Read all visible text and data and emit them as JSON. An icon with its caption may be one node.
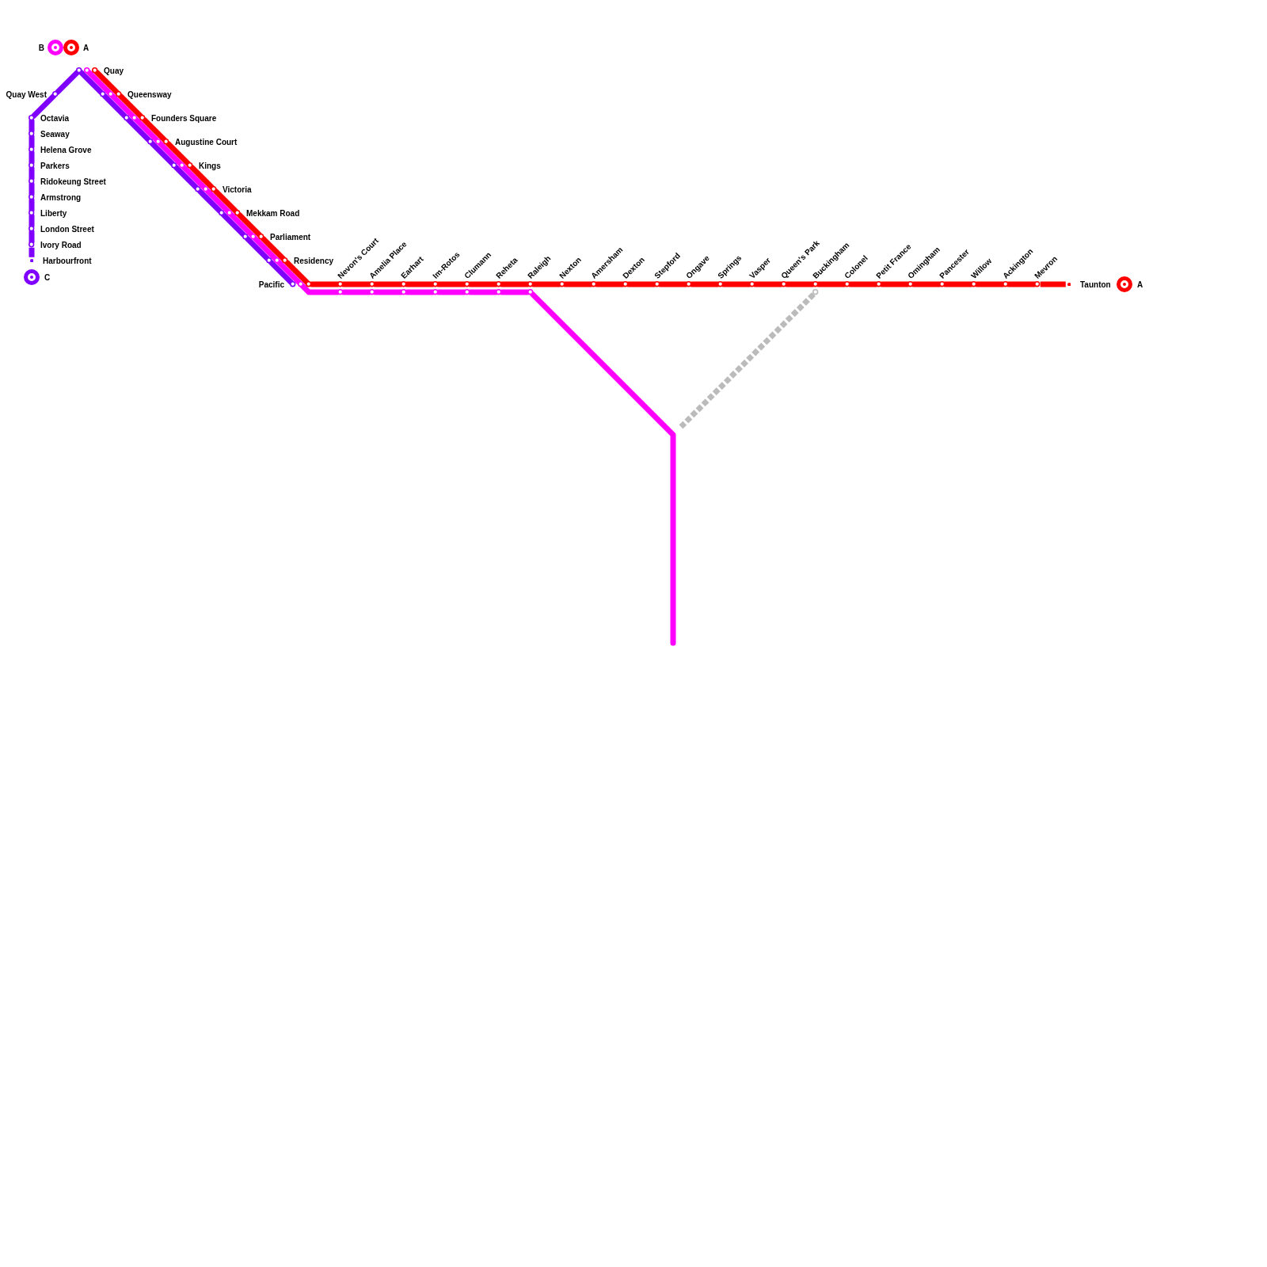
{
  "diagram": {
    "nodes": [
      {
        "text": [],
        "shape": "circle",
        "beside": [
          "Quay"
        ]
      },
      {
        "text": [],
        "shape": "circle",
        "beside": [
          "Quay West"
        ]
      },
      {
        "text": [],
        "shape": "circle",
        "beside": [
          "Octavia"
        ]
      },
      {
        "text": [],
        "shape": "circle",
        "beside": [
          "Seaway"
        ]
      },
      {
        "text": [],
        "shape": "circle",
        "beside": [
          "Helena Grove"
        ]
      },
      {
        "text": [],
        "shape": "circle",
        "beside": [
          "Parkers"
        ]
      },
      {
        "text": [],
        "shape": "circle",
        "beside": [
          "Ridokeung Street"
        ]
      },
      {
        "text": [],
        "shape": "circle",
        "beside": [
          "Armstrong"
        ]
      },
      {
        "text": [],
        "shape": "circle",
        "beside": [
          "Liberty"
        ]
      },
      {
        "text": [],
        "shape": "circle",
        "beside": [
          "London Street"
        ]
      },
      {
        "text": [],
        "shape": "circle",
        "beside": [
          "Ivory Road"
        ]
      },
      {
        "text": [],
        "shape": "dot",
        "beside": [
          "Harbourfront"
        ]
      },
      {
        "text": [],
        "shape": "circle",
        "beside": [
          "Queensway"
        ]
      },
      {
        "text": [],
        "shape": "circle",
        "beside": [
          "Founders Square"
        ]
      },
      {
        "text": [],
        "shape": "circle",
        "beside": [
          "Augustine Court"
        ]
      },
      {
        "text": [],
        "shape": "circle",
        "beside": [
          "Kings"
        ]
      },
      {
        "text": [],
        "shape": "circle",
        "beside": [
          "Victoria"
        ]
      },
      {
        "text": [],
        "shape": "circle",
        "beside": [
          "Mekkam Road"
        ]
      },
      {
        "text": [],
        "shape": "circle",
        "beside": [
          "Parliament"
        ]
      },
      {
        "text": [],
        "shape": "circle",
        "beside": [
          "Residency"
        ]
      },
      {
        "text": [],
        "shape": "circle",
        "beside": [
          "Pacific"
        ]
      },
      {
        "text": [],
        "shape": "circle",
        "beside": [
          "Nevon's Court"
        ]
      },
      {
        "text": [],
        "shape": "circle",
        "beside": [
          "Amelia Place"
        ]
      },
      {
        "text": [],
        "shape": "circle",
        "beside": [
          "Earhart"
        ]
      },
      {
        "text": [],
        "shape": "circle",
        "beside": [
          "Im-Rotos"
        ]
      },
      {
        "text": [],
        "shape": "circle",
        "beside": [
          "Clumann"
        ]
      },
      {
        "text": [],
        "shape": "circle",
        "beside": [
          "Reheta"
        ]
      },
      {
        "text": [],
        "shape": "circle",
        "beside": [
          "Raleigh"
        ]
      },
      {
        "text": [],
        "shape": "circle",
        "beside": [
          "Nexton"
        ]
      },
      {
        "text": [],
        "shape": "circle",
        "beside": [
          "Amersham"
        ]
      },
      {
        "text": [],
        "shape": "circle",
        "beside": [
          "Dexton"
        ]
      },
      {
        "text": [],
        "shape": "circle",
        "beside": [
          "Stepford"
        ]
      },
      {
        "text": [],
        "shape": "circle",
        "beside": [
          "Ongave"
        ]
      },
      {
        "text": [],
        "shape": "circle",
        "beside": [
          "Springs"
        ]
      },
      {
        "text": [],
        "shape": "circle",
        "beside": [
          "Vasper"
        ]
      },
      {
        "text": [],
        "shape": "circle",
        "beside": [
          "Queen's Park"
        ]
      },
      {
        "text": [],
        "shape": "circle",
        "beside": [
          "Buckingham"
        ]
      },
      {
        "text": [],
        "shape": "circle",
        "beside": [
          "Colonel"
        ]
      },
      {
        "text": [],
        "shape": "circle",
        "beside": [
          "Petit France"
        ]
      },
      {
        "text": [],
        "shape": "circle",
        "beside": [
          "Omingham"
        ]
      },
      {
        "text": [],
        "shape": "circle",
        "beside": [
          "Pancester"
        ]
      },
      {
        "text": [],
        "shape": "circle",
        "beside": [
          "Willow"
        ]
      },
      {
        "text": [],
        "shape": "circle",
        "beside": [
          "Ackington"
        ]
      },
      {
        "text": [],
        "shape": "circle",
        "beside": [
          "Mevron"
        ]
      },
      {
        "text": [],
        "shape": "dot",
        "beside": [
          "Taunton"
        ]
      }
    ],
    "edges": [
      {
        "from": 11,
        "to": 10,
        "arrow": "none",
        "color": "#7f00ff"
      },
      {
        "from": 10,
        "to": 9,
        "arrow": "none",
        "color": "#7f00ff"
      },
      {
        "from": 9,
        "to": 8,
        "arrow": "none",
        "color": "#7f00ff"
      },
      {
        "from": 8,
        "to": 7,
        "arrow": "none",
        "color": "#7f00ff"
      },
      {
        "from": 7,
        "to": 6,
        "arrow": "none",
        "color": "#7f00ff"
      },
      {
        "from": 6,
        "to": 5,
        "arrow": "none",
        "color": "#7f00ff"
      },
      {
        "from": 5,
        "to": 4,
        "arrow": "none",
        "color": "#7f00ff"
      },
      {
        "from": 4,
        "to": 3,
        "arrow": "none",
        "color": "#7f00ff"
      },
      {
        "from": 3,
        "to": 2,
        "arrow": "none",
        "color": "#7f00ff"
      },
      {
        "from": 2,
        "to": 1,
        "arrow": "none",
        "color": "#7f00ff"
      },
      {
        "from": 1,
        "to": 0,
        "arrow": "none",
        "color": "#7f00ff"
      },
      {
        "from": 0,
        "to": 12,
        "arrow": "none",
        "color": "#7f00ff"
      },
      {
        "from": 12,
        "to": 13,
        "arrow": "none",
        "color": "#7f00ff"
      },
      {
        "from": 13,
        "to": 14,
        "arrow": "none",
        "color": "#7f00ff"
      },
      {
        "from": 14,
        "to": 15,
        "arrow": "none",
        "color": "#7f00ff"
      },
      {
        "from": 15,
        "to": 16,
        "arrow": "none",
        "color": "#7f00ff"
      },
      {
        "from": 16,
        "to": 17,
        "arrow": "none",
        "color": "#7f00ff"
      },
      {
        "from": 17,
        "to": 18,
        "arrow": "none",
        "color": "#7f00ff"
      },
      {
        "from": 18,
        "to": 19,
        "arrow": "none",
        "color": "#7f00ff"
      },
      {
        "from": 19,
        "to": 20,
        "arrow": "none",
        "color": "#7f00ff"
      },
      {
        "from": 0,
        "to": 12,
        "arrow": "none",
        "color": "#ff00ff"
      },
      {
        "from": 12,
        "to": 13,
        "arrow": "none",
        "color": "#ff00ff"
      },
      {
        "from": 13,
        "to": 14,
        "arrow": "none",
        "color": "#ff00ff"
      },
      {
        "from": 14,
        "to": 15,
        "arrow": "none",
        "color": "#ff00ff"
      },
      {
        "from": 15,
        "to": 16,
        "arrow": "none",
        "color": "#ff00ff"
      },
      {
        "from": 16,
        "to": 17,
        "arrow": "none",
        "color": "#ff00ff"
      },
      {
        "from": 17,
        "to": 18,
        "arrow": "none",
        "color": "#ff00ff"
      },
      {
        "from": 18,
        "to": 19,
        "arrow": "none",
        "color": "#ff00ff"
      },
      {
        "from": 19,
        "to": 20,
        "arrow": "none",
        "color": "#ff00ff"
      },
      {
        "from": 20,
        "to": 21,
        "arrow": "none",
        "color": "#ff00ff"
      },
      {
        "from": 21,
        "to": 22,
        "arrow": "none",
        "color": "#ff00ff"
      },
      {
        "from": 22,
        "to": 23,
        "arrow": "none",
        "color": "#ff00ff"
      },
      {
        "from": 23,
        "to": 24,
        "arrow": "none",
        "color": "#ff00ff"
      },
      {
        "from": 24,
        "to": 25,
        "arrow": "none",
        "color": "#ff00ff"
      },
      {
        "from": 25,
        "to": 26,
        "arrow": "none",
        "color": "#ff00ff"
      },
      {
        "from": 26,
        "to": 27,
        "arrow": "none",
        "color": "#ff00ff"
      },
      {
        "from": 27,
        "to": null,
        "arrow": "none",
        "color": "#ff00ff"
      },
      {
        "from": 0,
        "to": 12,
        "arrow": "none"
      },
      {
        "from": 12,
        "to": 13,
        "arrow": "none"
      },
      {
        "from": 13,
        "to": 14,
        "arrow": "none"
      },
      {
        "from": 14,
        "to": 15,
        "arrow": "none"
      },
      {
        "from": 15,
        "to": 16,
        "arrow": "none"
      },
      {
        "from": 16,
        "to": 17,
        "arrow": "none"
      },
      {
        "from": 17,
        "to": 18,
        "arrow": "none"
      },
      {
        "from": 18,
        "to": 19,
        "arrow": "none"
      },
      {
        "from": 19,
        "to": 20,
        "arrow": "none"
      },
      {
        "from": 20,
        "to": 21,
        "arrow": "none"
      },
      {
        "from": 21,
        "to": 22,
        "arrow": "none"
      },
      {
        "from": 22,
        "to": 23,
        "arrow": "none"
      },
      {
        "from": 23,
        "to": 24,
        "arrow": "none"
      },
      {
        "from": 24,
        "to": 25,
        "arrow": "none"
      },
      {
        "from": 25,
        "to": 26,
        "arrow": "none"
      },
      {
        "from": 26,
        "to": 27,
        "arrow": "none"
      },
      {
        "from": 27,
        "to": 28,
        "arrow": "none"
      },
      {
        "from": 28,
        "to": 29,
        "arrow": "none"
      },
      {
        "from": 29,
        "to": 30,
        "arrow": "none"
      },
      {
        "from": 30,
        "to": 31,
        "arrow": "none"
      },
      {
        "from": 31,
        "to": 32,
        "arrow": "none"
      },
      {
        "from": 32,
        "to": 33,
        "arrow": "none"
      },
      {
        "from": 33,
        "to": 34,
        "arrow": "none"
      },
      {
        "from": 34,
        "to": 35,
        "arrow": "none"
      },
      {
        "from": 35,
        "to": 36,
        "arrow": "none"
      },
      {
        "from": 36,
        "to": 37,
        "arrow": "none"
      },
      {
        "from": 37,
        "to": 38,
        "arrow": "none"
      },
      {
        "from": 38,
        "to": 39,
        "arrow": "none"
      },
      {
        "from": 39,
        "to": 40,
        "arrow": "none"
      },
      {
        "from": 40,
        "to": 41,
        "arrow": "none"
      },
      {
        "from": 41,
        "to": 42,
        "arrow": "none"
      },
      {
        "from": 42,
        "to": 43,
        "arrow": "none"
      },
      {
        "from": 43,
        "to": 44,
        "arrow": "none"
      },
      {
        "from": 36,
        "to": null,
        "arrow": "none",
        "style": "dashed",
        "color": "#bbbbbb"
      }
    ],
    "labels": [
      "B",
      "A",
      "C",
      "A"
    ]
  }
}
